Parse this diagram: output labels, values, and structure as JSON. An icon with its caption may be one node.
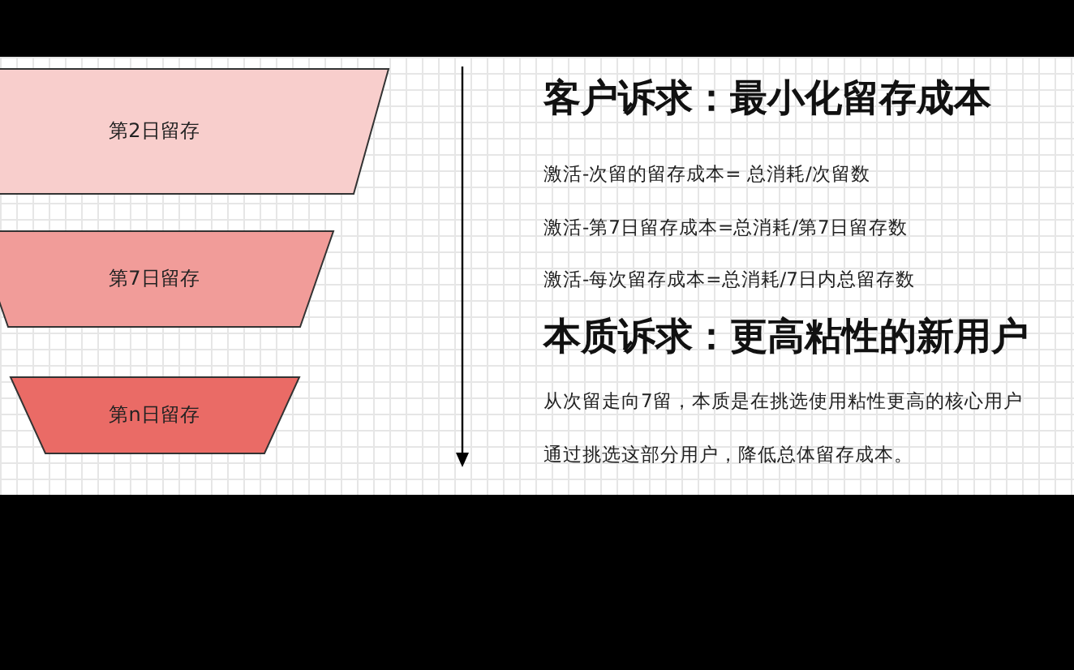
{
  "diagram": {
    "nodes": [
      {
        "text": [
          "第2日留存"
        ]
      },
      {
        "text": [
          "第7日留存"
        ]
      },
      {
        "text": [
          "第n日留存"
        ]
      }
    ],
    "labels": [
      "客户诉求：最小化留存成本",
      "激活-次留的留存成本= 总消耗/次留数",
      "激活-第7日留存成本=总消耗/第7日留存数",
      "激活-每次留存成本=总消耗/7日内总留存数",
      "本质诉求：更高粘性的新用户",
      "从次留走向7留，本质是在挑选使用粘性更高的核心用户",
      "通过挑选这部分用户，降低总体留存成本。"
    ]
  }
}
